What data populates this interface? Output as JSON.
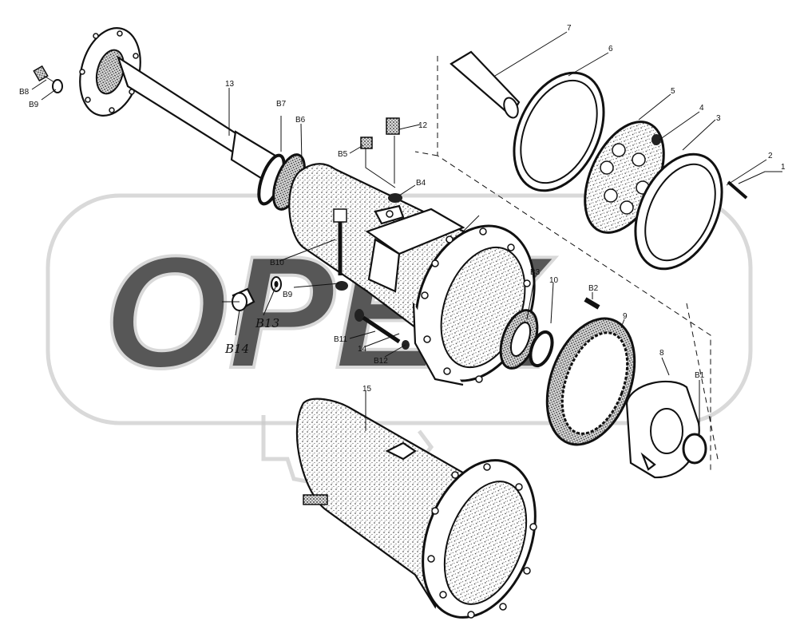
{
  "watermark": "OPEX",
  "callouts": [
    {
      "id": "n1",
      "text": "1"
    },
    {
      "id": "n2",
      "text": "2"
    },
    {
      "id": "n3",
      "text": "3"
    },
    {
      "id": "n4",
      "text": "4"
    },
    {
      "id": "n5",
      "text": "5"
    },
    {
      "id": "n6",
      "text": "6"
    },
    {
      "id": "n7",
      "text": "7"
    },
    {
      "id": "n8",
      "text": "8"
    },
    {
      "id": "n9",
      "text": "9"
    },
    {
      "id": "n10",
      "text": "10"
    },
    {
      "id": "n12",
      "text": "12"
    },
    {
      "id": "n13",
      "text": "13"
    },
    {
      "id": "n14",
      "text": "14"
    },
    {
      "id": "n15",
      "text": "15"
    },
    {
      "id": "b1",
      "text": "B1"
    },
    {
      "id": "b2",
      "text": "B2"
    },
    {
      "id": "b3",
      "text": "B3"
    },
    {
      "id": "b4",
      "text": "B4"
    },
    {
      "id": "b5",
      "text": "B5"
    },
    {
      "id": "b6",
      "text": "B6"
    },
    {
      "id": "b7",
      "text": "B7"
    },
    {
      "id": "b8",
      "text": "B8"
    },
    {
      "id": "b9a",
      "text": "B9"
    },
    {
      "id": "b9b",
      "text": "B9"
    },
    {
      "id": "b10",
      "text": "B10"
    },
    {
      "id": "b11",
      "text": "B11"
    },
    {
      "id": "b12",
      "text": "B12"
    },
    {
      "id": "b13",
      "text": "B13"
    },
    {
      "id": "b14",
      "text": "B14"
    }
  ]
}
